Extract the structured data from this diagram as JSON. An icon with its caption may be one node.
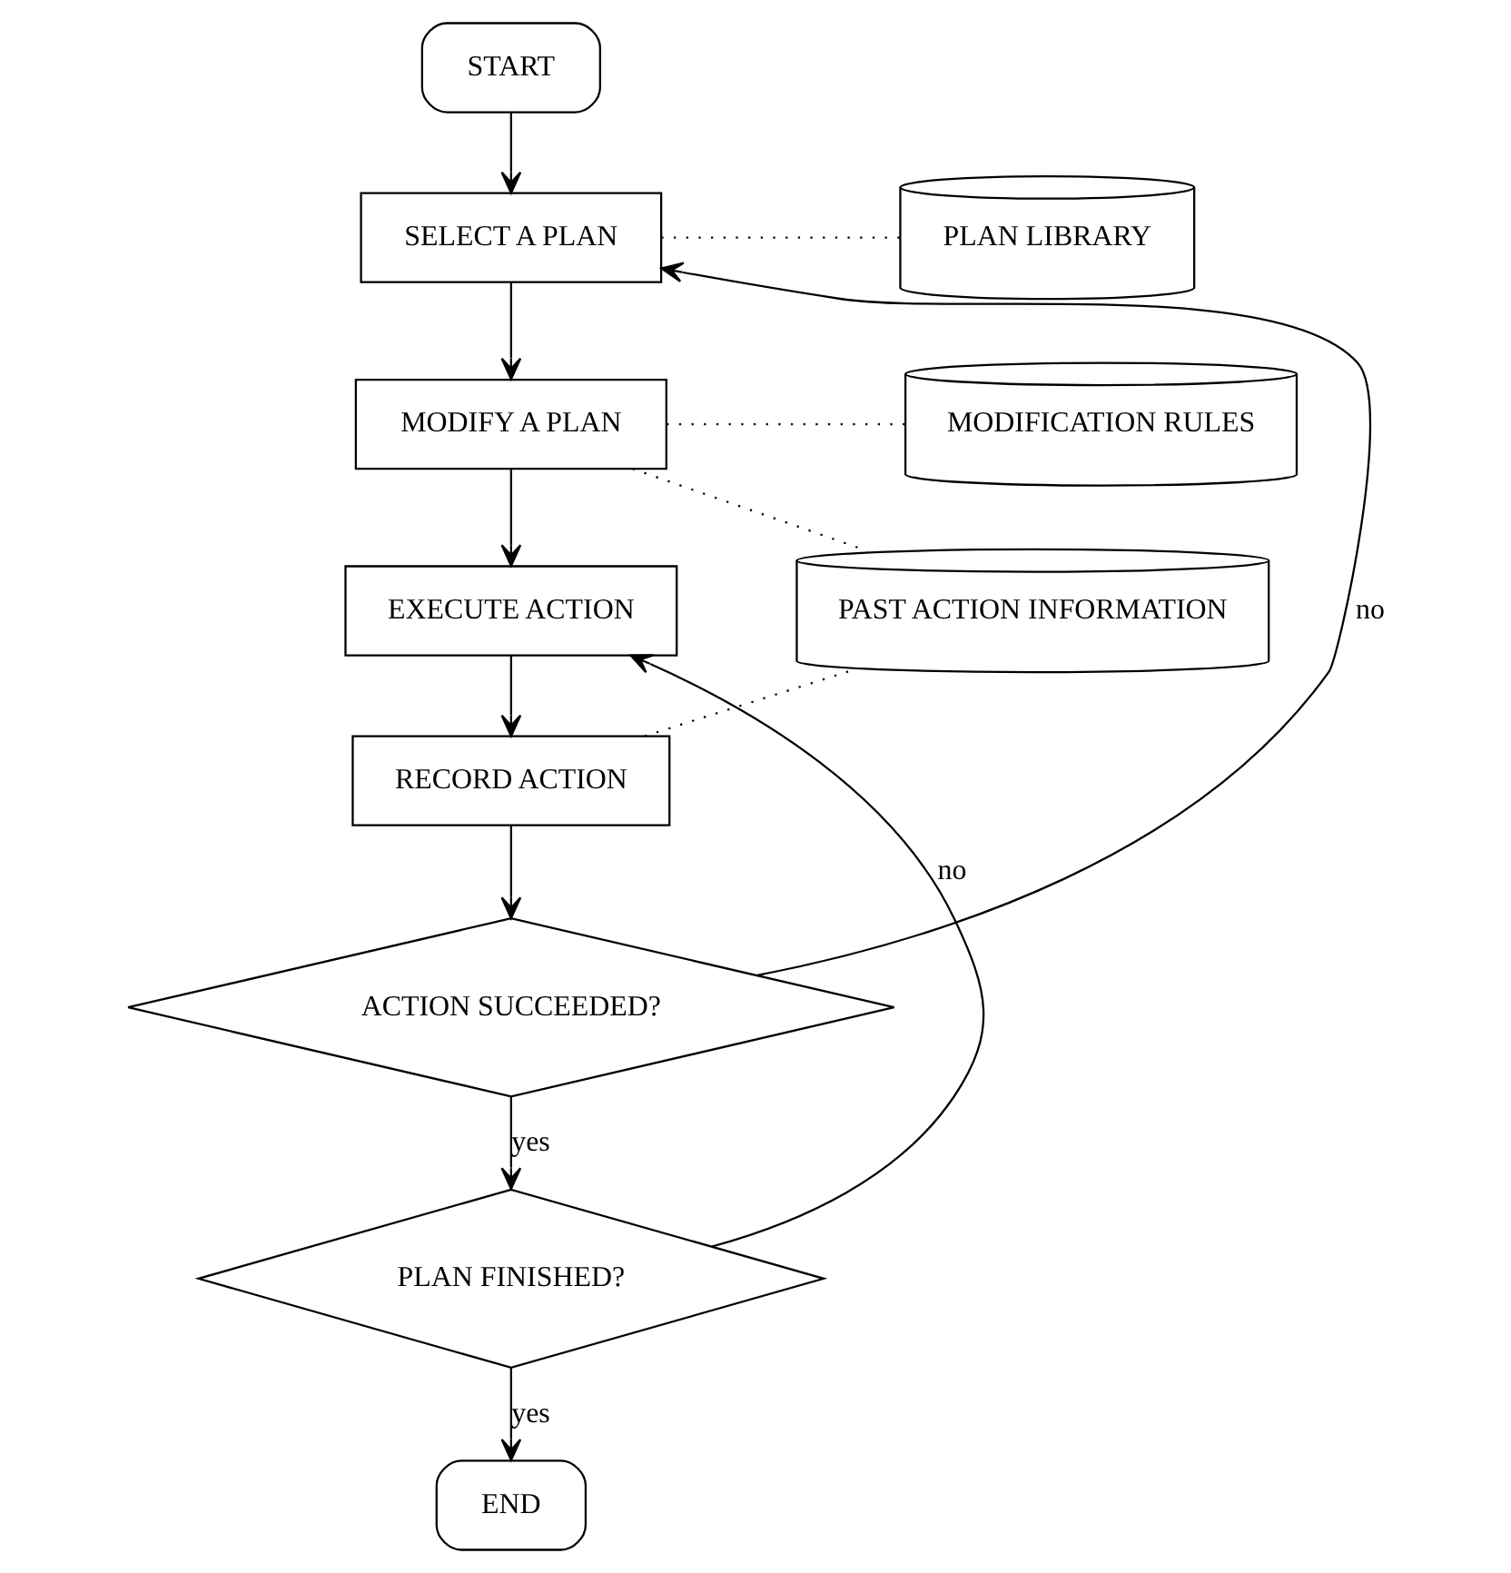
{
  "diagram": {
    "nodes": [
      {
        "text": [
          "START"
        ]
      },
      {
        "text": [
          "SELECT A PLAN"
        ]
      },
      {
        "text": [
          "PLAN LIBRARY"
        ]
      },
      {
        "text": [
          "MODIFY A PLAN"
        ]
      },
      {
        "text": [
          "MODIFICATION RULES"
        ]
      },
      {
        "text": [
          "EXECUTE ACTION"
        ]
      },
      {
        "text": [
          "PAST ACTION INFORMATION"
        ]
      },
      {
        "text": [
          "RECORD ACTION"
        ]
      },
      {
        "text": [
          "ACTION SUCCEEDED?"
        ]
      },
      {
        "text": [
          "PLAN FINISHED?"
        ]
      },
      {
        "text": [
          "END"
        ]
      }
    ],
    "edges": [
      {
        "from": 0,
        "to": 1,
        "arrow": "to"
      },
      {
        "from": 1,
        "to": 3,
        "arrow": "to"
      },
      {
        "from": 3,
        "to": 5,
        "arrow": "to"
      },
      {
        "from": 5,
        "to": 7,
        "arrow": "to"
      },
      {
        "from": 7,
        "to": 8,
        "arrow": "to"
      },
      {
        "from": 8,
        "to": 1,
        "arrow": "to",
        "label": "no"
      },
      {
        "from": 8,
        "to": 9,
        "arrow": "to",
        "label": "yes"
      },
      {
        "from": 9,
        "to": 5,
        "arrow": "to",
        "label": "no"
      },
      {
        "from": 9,
        "to": 10,
        "arrow": "to",
        "label": "yes"
      },
      {
        "from": 1,
        "to": 2,
        "arrow": "none",
        "style": "dashed"
      },
      {
        "from": 3,
        "to": 4,
        "arrow": "none",
        "style": "dashed"
      },
      {
        "from": 3,
        "to": 6,
        "arrow": "none",
        "style": "dashed"
      },
      {
        "from": 7,
        "to": 6,
        "arrow": "none",
        "style": "dashed"
      }
    ]
  }
}
